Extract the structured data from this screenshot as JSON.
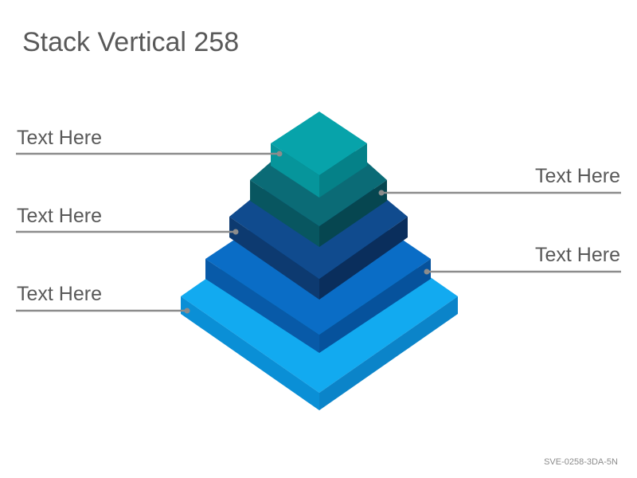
{
  "title": "Stack Vertical 258",
  "labels": {
    "left_top": "Text Here",
    "right_top": "Text Here",
    "left_middle": "Text Here",
    "right_bottom": "Text Here",
    "left_bottom": "Text Here"
  },
  "footer_code": "SVE-0258-3DA-5N",
  "colors": {
    "layer1": "#1aa8e6",
    "layer2": "#0b68c0",
    "layer3": "#10468a",
    "layer4": "#0b6670",
    "layer5": "#05a3aa",
    "connector": "#8c8c8c"
  }
}
